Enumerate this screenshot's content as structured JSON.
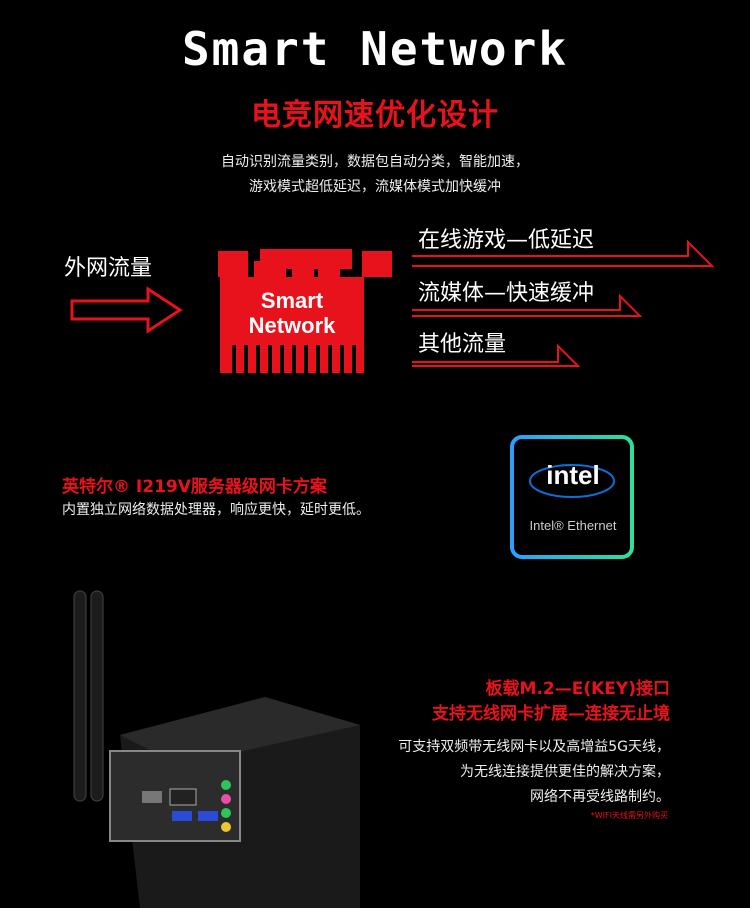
{
  "header": {
    "title": "Smart Network",
    "subtitle": "电竞网速优化设计",
    "intro_line1": "自动识别流量类别，数据包自动分类，智能加速，",
    "intro_line2": "游戏模式超低延迟，流媒体模式加快缓冲"
  },
  "diagram": {
    "input_label": "外网流量",
    "chip_line1": "Smart",
    "chip_line2": "Network",
    "output1": "在线游戏—低延迟",
    "output2": "流媒体—快速缓冲",
    "output3": "其他流量"
  },
  "lan": {
    "title": "英特尔® I219V服务器级网卡方案",
    "desc": "内置独立网络数据处理器，响应更快，延时更低。",
    "chip_logo": "intel",
    "chip_caption": "Intel® Ethernet"
  },
  "wifi": {
    "title_line1": "板载M.2—E(KEY)接口",
    "title_line2": "支持无线网卡扩展—连接无止境",
    "desc_line1": "可支持双频带无线网卡以及高增益5G天线，",
    "desc_line2": "为无线连接提供更佳的解决方案，",
    "desc_line3": "网络不再受线路制约。",
    "footnote": "*WIFI天线需另外购买"
  },
  "colors": {
    "accent": "#e8121d",
    "teal": "#2ee0c0"
  }
}
